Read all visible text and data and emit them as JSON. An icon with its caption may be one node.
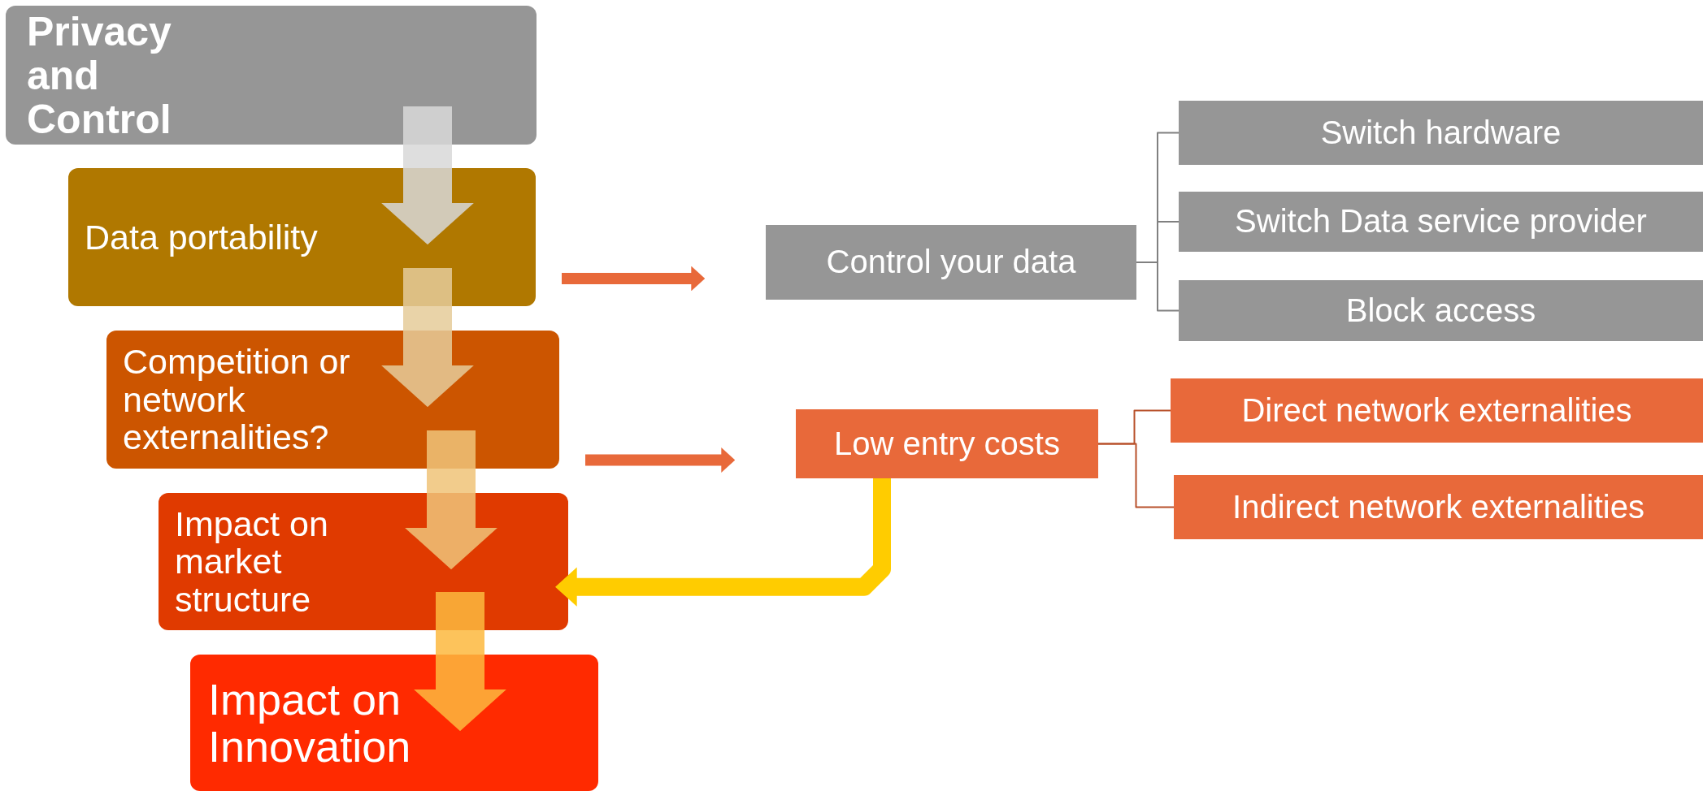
{
  "diagram": {
    "nodes": [
      {
        "text": [
          "Privacy and Control"
        ]
      },
      {
        "text": [
          "Data portability"
        ]
      },
      {
        "text": [
          "Competition or network externalities?"
        ]
      },
      {
        "text": [
          "Impact on market structure"
        ]
      },
      {
        "text": [
          "Impact on Innovation"
        ]
      },
      {
        "text": [
          "Control your data"
        ]
      },
      {
        "text": [
          "Switch hardware"
        ]
      },
      {
        "text": [
          "Switch Data service provider"
        ]
      },
      {
        "text": [
          "Block access"
        ]
      },
      {
        "text": [
          "Low entry costs"
        ]
      },
      {
        "text": [
          "Direct network externalities"
        ]
      },
      {
        "text": [
          "Indirect network externalities"
        ]
      }
    ],
    "edges": [
      {
        "from": 0,
        "to": 1,
        "arrow": "to",
        "style": "thick",
        "color": "#d9d9d9"
      },
      {
        "from": 1,
        "to": 2,
        "arrow": "to",
        "style": "thick",
        "color": "#e6cc9a"
      },
      {
        "from": 2,
        "to": 3,
        "arrow": "to",
        "style": "thick",
        "color": "#f0c479"
      },
      {
        "from": 3,
        "to": 4,
        "arrow": "to",
        "style": "thick",
        "color": "#fdb93f"
      },
      {
        "from": 1,
        "to": 5,
        "arrow": "to",
        "color": "#e8693a"
      },
      {
        "from": 2,
        "to": 9,
        "arrow": "to",
        "color": "#e8693a"
      },
      {
        "from": 5,
        "to": 6,
        "arrow": "none",
        "color": "#808080"
      },
      {
        "from": 5,
        "to": 7,
        "arrow": "none",
        "color": "#808080"
      },
      {
        "from": 5,
        "to": 8,
        "arrow": "none",
        "color": "#808080"
      },
      {
        "from": 9,
        "to": 10,
        "arrow": "none",
        "color": "#b8502a"
      },
      {
        "from": 9,
        "to": 11,
        "arrow": "none",
        "color": "#b8502a"
      },
      {
        "from": 9,
        "to": 3,
        "arrow": "to",
        "color": "#ffcc00"
      }
    ]
  }
}
